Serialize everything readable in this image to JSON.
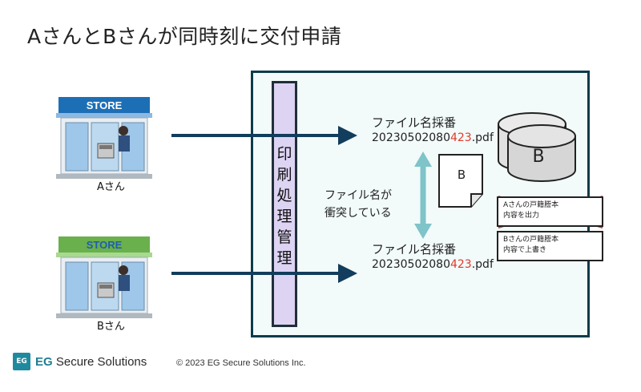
{
  "title": "AさんとBさんが同時刻に交付申請",
  "left": {
    "store_a": {
      "sign": "STORE",
      "caption": "Aさん"
    },
    "store_b": {
      "sign": "STORE",
      "caption": "Bさん"
    }
  },
  "process_bar": {
    "label": "印刷処理管理",
    "chars": [
      "印",
      "刷",
      "処",
      "理",
      "管",
      "理"
    ]
  },
  "top_file": {
    "label": "ファイル名採番",
    "number_prefix": "20230502080",
    "number_highlight": "423",
    "number_suffix": ".pdf"
  },
  "bottom_file": {
    "label": "ファイル名採番",
    "number_prefix": "20230502080",
    "number_highlight": "423",
    "number_suffix": ".pdf"
  },
  "conflict_text": {
    "line1": "ファイル名が",
    "line2": "衝突している"
  },
  "document_letter": "B",
  "database_letter": "B",
  "note_a": {
    "line1": "Aさんの戸籍謄本",
    "line2": "内容を出力"
  },
  "note_b": {
    "line1": "Bさんの戸籍謄本",
    "line2": "内容で上書き"
  },
  "footer": {
    "badge": "EG",
    "company_brand": "EG",
    "company_rest": " Secure Solutions",
    "copyright": "© 2023 EG Secure Solutions Inc."
  },
  "colors": {
    "arrow": "#123d5c",
    "conflict_arrow": "#7ec4c9",
    "highlight": "#e03b2a",
    "bar_fill": "#ddd3f3",
    "frame": "#0d3b4a",
    "store_a_awning": "#1d6fb5",
    "store_b_awning": "#6ab04c"
  }
}
